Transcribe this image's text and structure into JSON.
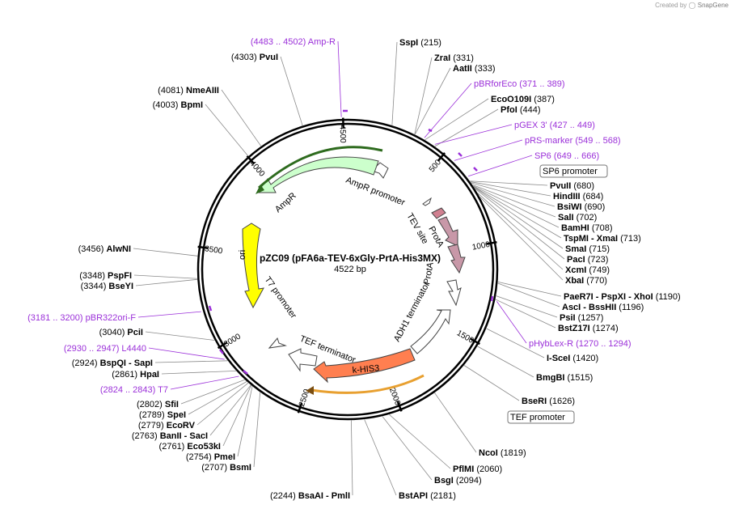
{
  "watermark": {
    "prefix": "Created by",
    "brand": "SnapGene"
  },
  "plasmid": {
    "name": "pZC09 (pFA6a-TEV-6xGly-PrtA-His3MX)",
    "size_label": "4522 bp",
    "length": 4522
  },
  "colors": {
    "primer": "#9b30d9",
    "backbone": "#000000",
    "ampr": "#ccffcc",
    "ori": "#ffff00",
    "khis3": "#ff7f50",
    "prota": "#c898a8",
    "tev": "#d08090"
  },
  "ticks": [
    "500",
    "1000",
    "1500",
    "2000",
    "2500",
    "3000",
    "3500",
    "4000",
    "4500"
  ],
  "tick_positions": [
    500,
    1000,
    1500,
    2000,
    2500,
    3000,
    3500,
    4000,
    4500
  ],
  "enzymes": [
    {
      "num": "(215)",
      "name": "SspI"
    },
    {
      "num": "(331)",
      "name": "ZraI"
    },
    {
      "num": "(333)",
      "name": "AatII"
    },
    {
      "num": "(387)",
      "name": "EcoO109I"
    },
    {
      "num": "(444)",
      "name": "PfoI"
    },
    {
      "num": "(680)",
      "name": "PvuII"
    },
    {
      "num": "(684)",
      "name": "HindIII"
    },
    {
      "num": "(690)",
      "name": "BsiWI"
    },
    {
      "num": "(702)",
      "name": "SalI"
    },
    {
      "num": "(708)",
      "name": "BamHI"
    },
    {
      "num": "(713)",
      "name": "TspMI - XmaI"
    },
    {
      "num": "(715)",
      "name": "SmaI"
    },
    {
      "num": "(723)",
      "name": "PacI"
    },
    {
      "num": "(749)",
      "name": "XcmI"
    },
    {
      "num": "(770)",
      "name": "XbaI"
    },
    {
      "num": "(1190)",
      "name": "PaeR7I - PspXI - XhoI"
    },
    {
      "num": "(1196)",
      "name": "AscI - BssHII"
    },
    {
      "num": "(1257)",
      "name": "PsiI"
    },
    {
      "num": "(1274)",
      "name": "BstZ17I"
    },
    {
      "num": "(1420)",
      "name": "I-SceI"
    },
    {
      "num": "(1515)",
      "name": "BmgBI"
    },
    {
      "num": "(1626)",
      "name": "BseRI"
    },
    {
      "num": "(1819)",
      "name": "NcoI"
    },
    {
      "num": "(2060)",
      "name": "PflMI"
    },
    {
      "num": "(2094)",
      "name": "BsgI"
    },
    {
      "num": "(2181)",
      "name": "BstAPI"
    },
    {
      "num": "(2244)",
      "name": "BsaAI - PmlI"
    },
    {
      "num": "(2707)",
      "name": "BsmI"
    },
    {
      "num": "(2754)",
      "name": "PmeI"
    },
    {
      "num": "(2761)",
      "name": "Eco53kI"
    },
    {
      "num": "(2763)",
      "name": "BanII - SacI"
    },
    {
      "num": "(2779)",
      "name": "EcoRV"
    },
    {
      "num": "(2789)",
      "name": "SpeI"
    },
    {
      "num": "(2802)",
      "name": "SfiI"
    },
    {
      "num": "(2861)",
      "name": "HpaI"
    },
    {
      "num": "(2924)",
      "name": "BspQI - SapI"
    },
    {
      "num": "(3040)",
      "name": "PciI"
    },
    {
      "num": "(3344)",
      "name": "BseYI"
    },
    {
      "num": "(3348)",
      "name": "PspFI"
    },
    {
      "num": "(3456)",
      "name": "AlwNI"
    },
    {
      "num": "(4003)",
      "name": "BpmI"
    },
    {
      "num": "(4081)",
      "name": "NmeAIII"
    },
    {
      "num": "(4303)",
      "name": "PvuI"
    }
  ],
  "primers": [
    {
      "label": "(4483 .. 4502)  Amp-R"
    },
    {
      "label": "pBRforEco    (371 .. 389)"
    },
    {
      "label": "pGEX 3'    (427 .. 449)"
    },
    {
      "label": "pRS-marker    (549 .. 568)"
    },
    {
      "label": "SP6    (649 .. 666)"
    },
    {
      "label": "pHybLex-R    (1270 .. 1294)"
    },
    {
      "label": "(3181 .. 3200)  pBR322ori-F"
    },
    {
      "label": "(2930 .. 2947)  L4440"
    },
    {
      "label": "(2824 .. 2843)  T7"
    }
  ],
  "boxed_features": [
    {
      "label": "SP6 promoter"
    },
    {
      "label": "TEF promoter"
    }
  ],
  "features": [
    {
      "label": "AmpR promoter"
    },
    {
      "label": "AmpR"
    },
    {
      "label": "ori"
    },
    {
      "label": "T7 promoter"
    },
    {
      "label": "TEF terminator"
    },
    {
      "label": "k-HIS3"
    },
    {
      "label": "ADH1 terminator"
    },
    {
      "label": "ProtA"
    },
    {
      "label": "ProtA"
    },
    {
      "label": "TEV site"
    }
  ]
}
